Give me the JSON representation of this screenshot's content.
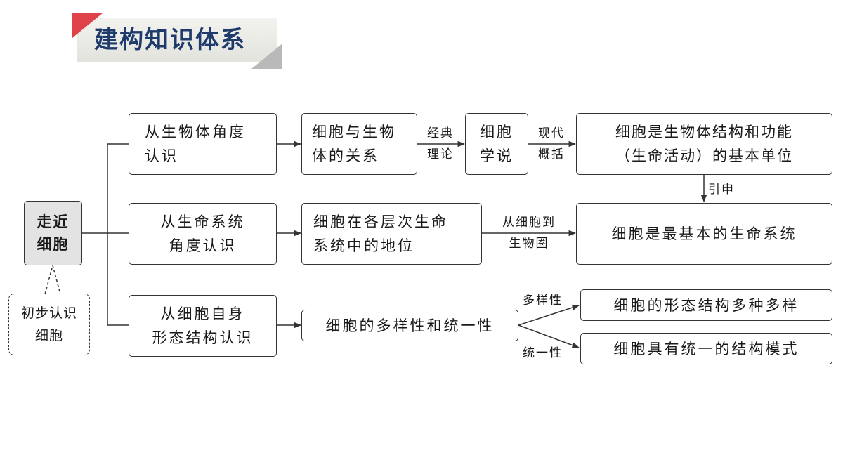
{
  "title": "建构知识体系",
  "root": {
    "line1": "走近",
    "line2": "细胞"
  },
  "note": {
    "line1": "初步认识",
    "line2": "细胞"
  },
  "row1": {
    "perspective": {
      "line1": "从生物体角度",
      "line2": "认识"
    },
    "relation": {
      "line1": "细胞与生物",
      "line2": "体的关系"
    },
    "edge1": {
      "line1": "经典",
      "line2": "理论"
    },
    "theory": {
      "line1": "细胞",
      "line2": "学说"
    },
    "edge2": {
      "line1": "现代",
      "line2": "概括"
    },
    "conclusion": {
      "line1": "细胞是生物体结构和功能",
      "line2": "（生命活动）的基本单位"
    },
    "down_edge": "引申"
  },
  "row2": {
    "perspective": {
      "line1": "从生命系统",
      "line2": "角度认识"
    },
    "position": {
      "line1": "细胞在各层次生命",
      "line2": "系统中的地位"
    },
    "edge": {
      "line1": "从细胞到",
      "line2": "生物圈"
    },
    "conclusion": "细胞是最基本的生命系统"
  },
  "row3": {
    "perspective": {
      "line1": "从细胞自身",
      "line2": "形态结构认识"
    },
    "feature": "细胞的多样性和统一性",
    "edge_up": "多样性",
    "edge_down": "统一性",
    "diversity": "细胞的形态结构多种多样",
    "unity": "细胞具有统一的结构模式"
  },
  "colors": {
    "title_text": "#1f3b6b",
    "accent_red": "#e0424a",
    "main_box_fill": "#e3e3e3"
  }
}
